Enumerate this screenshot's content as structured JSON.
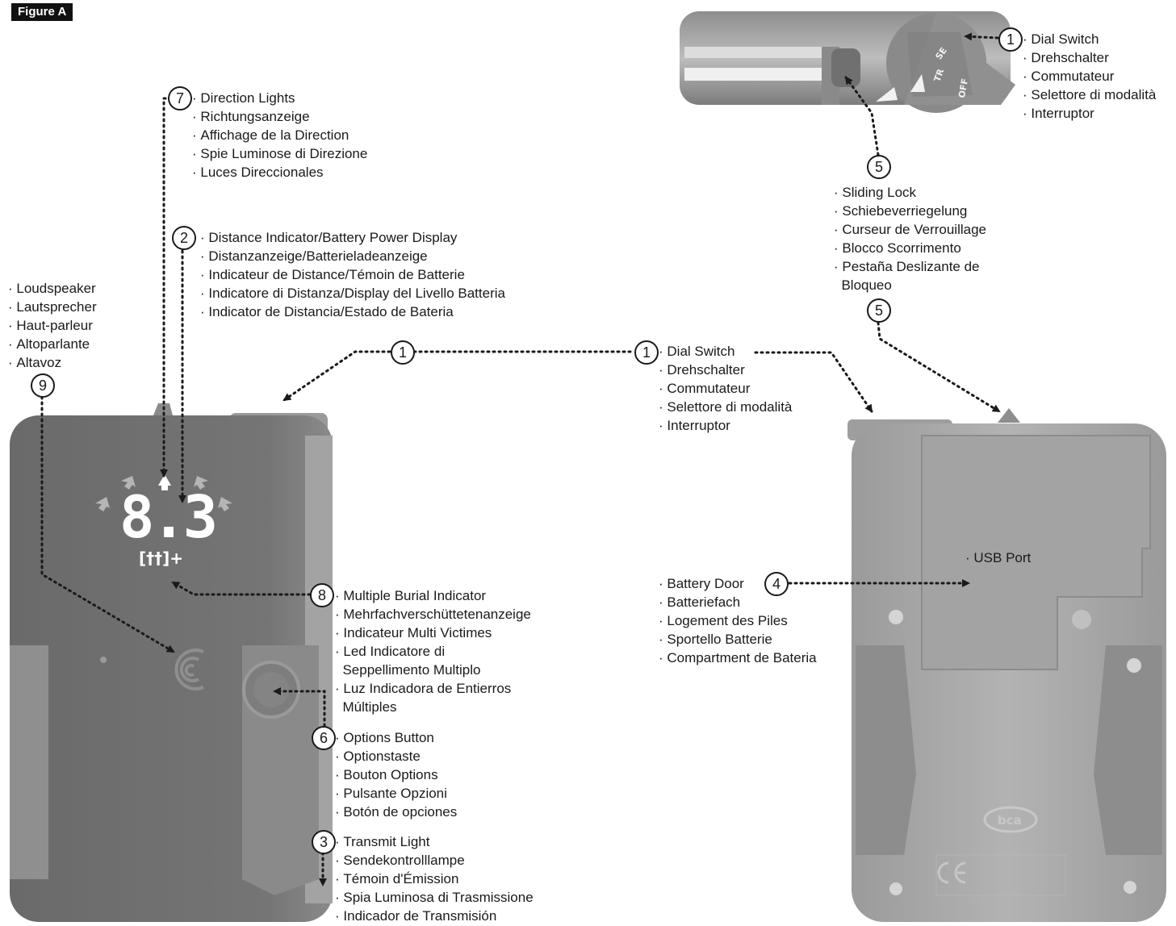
{
  "figure_label": "Figure A",
  "display": {
    "distance": "8.3",
    "multi_burial_icon": "[††]+",
    "logo": "bca"
  },
  "callouts": {
    "dial_switch_top": {
      "number": "1",
      "lines": [
        "Dial Switch",
        "Drehschalter",
        "Commutateur",
        "Selettore di modalità",
        "Interruptor"
      ]
    },
    "dial_marks": {
      "a": "SE",
      "b": "TR",
      "c": "OFF"
    },
    "sliding_lock": {
      "number": "5",
      "lines": [
        "Sliding Lock",
        "Schiebeverriegelung",
        "Curseur de Verrouillage",
        "Blocco Scorrimento",
        "Pestaña Deslizante de",
        "Bloqueo"
      ]
    },
    "direction_lights": {
      "number": "7",
      "lines": [
        "Direction Lights",
        "Richtungsanzeige",
        "Affichage de la Direction",
        "Spie Luminose di Direzione",
        "Luces Direccionales"
      ]
    },
    "distance_indicator": {
      "number": "2",
      "lines": [
        "Distance Indicator/Battery Power Display",
        "Distanzanzeige/Batterieladeanzeige",
        "Indicateur de Distance/Témoin de Batterie",
        "Indicatore di Distanza/Display del Livello Batteria",
        "Indicator de Distancia/Estado de Bateria"
      ]
    },
    "loudspeaker": {
      "number": "9",
      "lines": [
        "Loudspeaker",
        "Lautsprecher",
        "Haut-parleur",
        "Altoparlante",
        "Altavoz"
      ]
    },
    "dial_switch_middle": {
      "number": "1",
      "lines": [
        "Dial Switch",
        "Drehschalter",
        "Commutateur",
        "Selettore di modalità",
        "Interruptor"
      ]
    },
    "multiple_burial": {
      "number": "8",
      "lines": [
        "Multiple Burial Indicator",
        "Mehrfachverschüttetenanzeige",
        "Indicateur Multi Victimes",
        "Led Indicatore di",
        "Seppellimento Multiplo",
        "Luz Indicadora de Entierros",
        "Múltiples"
      ]
    },
    "options_button": {
      "number": "6",
      "lines": [
        "Options Button",
        "Optionstaste",
        "Bouton Options",
        "Pulsante Opzioni",
        "Botón de opciones"
      ]
    },
    "transmit_light": {
      "number": "3",
      "lines": [
        "Transmit Light",
        "Sendekontrolllampe",
        "Témoin d'Émission",
        "Spia Luminosa di Trasmissione",
        "Indicador de Transmisión"
      ]
    },
    "battery_door": {
      "number": "4",
      "lines": [
        "Battery Door",
        "Batteriefach",
        "Logement des Piles",
        "Sportello Batterie",
        "Compartment de Bateria"
      ]
    },
    "usb_port": {
      "lines": [
        "USB Port"
      ]
    }
  },
  "colors": {
    "device_front": "#6f6f6f",
    "device_back": "#a9a9a9",
    "ink": "#1a1a1a",
    "display_light": "#ffffff"
  }
}
